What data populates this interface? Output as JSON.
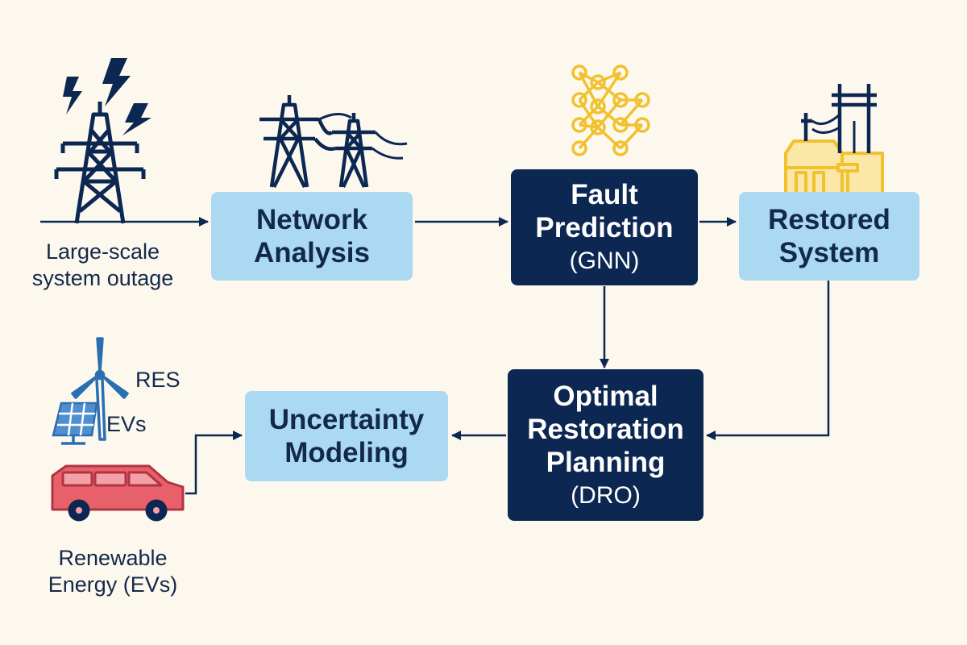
{
  "inputs": {
    "outage_label": [
      "Large-scale",
      "system outage"
    ],
    "res_label": "RES",
    "evs_label": "EVs",
    "renewable_label": [
      "Renewable",
      "Energy (EVs)"
    ]
  },
  "nodes": {
    "network_analysis": {
      "title": [
        "Network",
        "Analysis"
      ]
    },
    "fault_prediction": {
      "title": [
        "Fault",
        "Prediction"
      ],
      "sub": "(GNN)"
    },
    "restored_system": {
      "title": [
        "Restored",
        "System"
      ]
    },
    "optimal_restoration": {
      "title": [
        "Optimal",
        "Restoration",
        "Planning"
      ],
      "sub": "(DRO)"
    },
    "uncertainty_modeling": {
      "title": [
        "Uncertainty",
        "Modeling"
      ]
    }
  },
  "icons": {
    "lightning": "lightning-bolt-icon",
    "tower": "transmission-tower-icon",
    "towers": "power-lines-icon",
    "neural_network": "neural-network-icon",
    "substation": "substation-icon",
    "wind_turbine": "wind-turbine-icon",
    "solar_panel": "solar-panel-icon",
    "car": "electric-vehicle-icon"
  },
  "colors": {
    "background": "#fdf8ee",
    "navy": "#0c2752",
    "light_blue": "#abd9f1",
    "accent_yellow": "#f2c12e",
    "ev_red": "#e8606a",
    "icon_blue": "#2a6fb0"
  }
}
